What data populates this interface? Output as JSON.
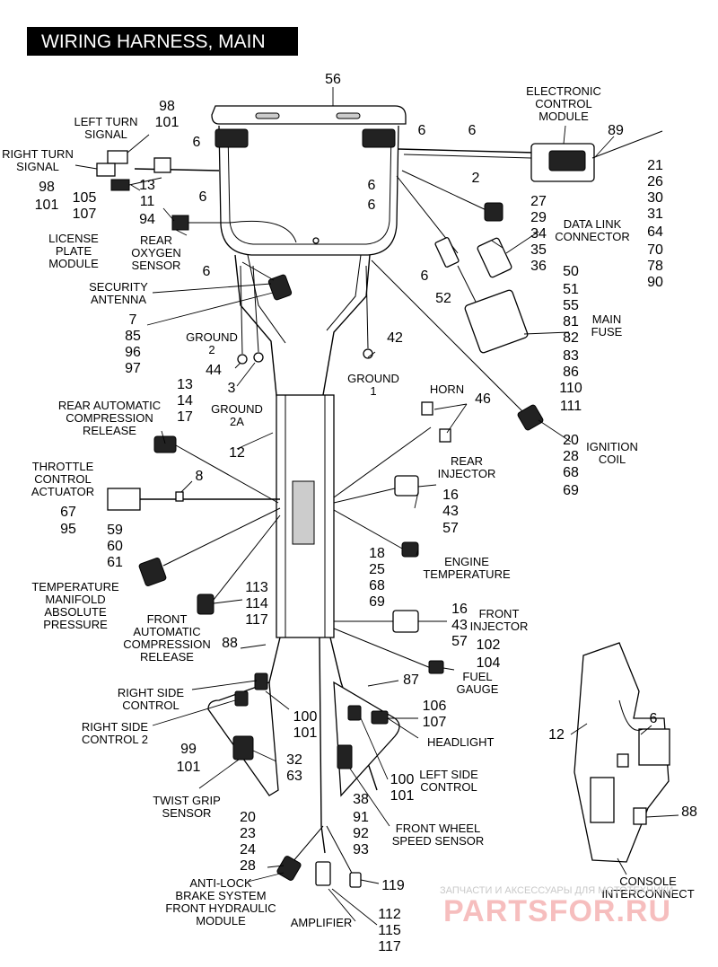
{
  "title": "WIRING HARNESS, MAIN",
  "labels": [
    {
      "id": "electronic-control-module",
      "lines": [
        "ELECTRONIC",
        "CONTROL",
        "MODULE"
      ]
    },
    {
      "id": "left-turn-signal",
      "lines": [
        "LEFT TURN",
        "SIGNAL"
      ]
    },
    {
      "id": "right-turn-signal",
      "lines": [
        "RIGHT TURN",
        "SIGNAL"
      ]
    },
    {
      "id": "license-plate-module",
      "lines": [
        "LICENSE",
        "PLATE",
        "MODULE"
      ]
    },
    {
      "id": "rear-oxygen-sensor",
      "lines": [
        "REAR",
        "OXYGEN",
        "SENSOR"
      ]
    },
    {
      "id": "data-link-connector",
      "lines": [
        "DATA LINK",
        "CONNECTOR"
      ]
    },
    {
      "id": "security-antenna",
      "lines": [
        "SECURITY",
        "ANTENNA"
      ]
    },
    {
      "id": "main-fuse",
      "lines": [
        "MAIN",
        "FUSE"
      ]
    },
    {
      "id": "ground-2",
      "lines": [
        "GROUND",
        "2"
      ]
    },
    {
      "id": "ground-1",
      "lines": [
        "GROUND",
        "1"
      ]
    },
    {
      "id": "ground-2a",
      "lines": [
        "GROUND",
        "2A"
      ]
    },
    {
      "id": "horn",
      "lines": [
        "HORN"
      ]
    },
    {
      "id": "rear-automatic-compression-release",
      "lines": [
        "REAR AUTOMATIC",
        "COMPRESSION",
        "RELEASE"
      ]
    },
    {
      "id": "ignition-coil",
      "lines": [
        "IGNITION",
        "COIL"
      ]
    },
    {
      "id": "throttle-control-actuator",
      "lines": [
        "THROTTLE",
        "CONTROL",
        "ACTUATOR"
      ]
    },
    {
      "id": "rear-injector",
      "lines": [
        "REAR",
        "INJECTOR"
      ]
    },
    {
      "id": "engine-temperature",
      "lines": [
        "ENGINE",
        "TEMPERATURE"
      ]
    },
    {
      "id": "temperature-manifold-absolute-pressure",
      "lines": [
        "TEMPERATURE",
        "MANIFOLD",
        "ABSOLUTE",
        "PRESSURE"
      ]
    },
    {
      "id": "front-automatic-compression-release",
      "lines": [
        "FRONT",
        "AUTOMATIC",
        "COMPRESSION",
        "RELEASE"
      ]
    },
    {
      "id": "front-injector",
      "lines": [
        "FRONT",
        "INJECTOR"
      ]
    },
    {
      "id": "fuel-gauge",
      "lines": [
        "FUEL",
        "GAUGE"
      ]
    },
    {
      "id": "right-side-control",
      "lines": [
        "RIGHT SIDE",
        "CONTROL"
      ]
    },
    {
      "id": "right-side-control-2",
      "lines": [
        "RIGHT SIDE",
        "CONTROL 2"
      ]
    },
    {
      "id": "headlight",
      "lines": [
        "HEADLIGHT"
      ]
    },
    {
      "id": "left-side-control",
      "lines": [
        "LEFT SIDE",
        "CONTROL"
      ]
    },
    {
      "id": "twist-grip-sensor",
      "lines": [
        "TWIST GRIP",
        "SENSOR"
      ]
    },
    {
      "id": "front-wheel-speed-sensor",
      "lines": [
        "FRONT WHEEL",
        "SPEED SENSOR"
      ]
    },
    {
      "id": "anti-lock-brake-system",
      "lines": [
        "ANTI-LOCK",
        "BRAKE SYSTEM",
        "FRONT HYDRAULIC",
        "MODULE"
      ]
    },
    {
      "id": "amplifier",
      "lines": [
        "AMPLIFIER"
      ]
    },
    {
      "id": "console-interconnect",
      "lines": [
        "CONSOLE",
        "INTERCONNECT"
      ]
    }
  ],
  "callouts": [
    {
      "id": "c56",
      "lines": [
        "56"
      ]
    },
    {
      "id": "c89",
      "lines": [
        "89"
      ]
    },
    {
      "id": "c6-ecm-a",
      "lines": [
        "6"
      ]
    },
    {
      "id": "c6-ecm-b",
      "lines": [
        "6"
      ]
    },
    {
      "id": "c98-101-left",
      "lines": [
        "98",
        "101"
      ]
    },
    {
      "id": "c6-left-top",
      "lines": [
        "6"
      ]
    },
    {
      "id": "c98-101-right",
      "lines": [
        "98",
        "101"
      ]
    },
    {
      "id": "c105-107",
      "lines": [
        "105",
        "107"
      ]
    },
    {
      "id": "c13-11-94",
      "lines": [
        "13",
        "11",
        "94"
      ]
    },
    {
      "id": "c6-left-mid",
      "lines": [
        "6"
      ]
    },
    {
      "id": "c6-right-mid",
      "lines": [
        "6",
        "6"
      ]
    },
    {
      "id": "c2",
      "lines": [
        "2"
      ]
    },
    {
      "id": "c27-36",
      "lines": [
        "27",
        "29",
        "34",
        "35",
        "36"
      ]
    },
    {
      "id": "c21-90",
      "lines": [
        "21",
        "26",
        "30",
        "31",
        "64",
        "70",
        "78",
        "90"
      ]
    },
    {
      "id": "c6-left-low",
      "lines": [
        "6"
      ]
    },
    {
      "id": "c6-right-low",
      "lines": [
        "6"
      ]
    },
    {
      "id": "c52",
      "lines": [
        "52"
      ]
    },
    {
      "id": "c50-111",
      "lines": [
        "50",
        "51",
        "55",
        "81",
        "82",
        "83",
        "86",
        "110",
        "111"
      ]
    },
    {
      "id": "c7-97",
      "lines": [
        "7",
        "85",
        "96",
        "97"
      ]
    },
    {
      "id": "c42",
      "lines": [
        "42"
      ]
    },
    {
      "id": "c44",
      "lines": [
        "44"
      ]
    },
    {
      "id": "c3",
      "lines": [
        "3"
      ]
    },
    {
      "id": "c46",
      "lines": [
        "46"
      ]
    },
    {
      "id": "c13-14-17",
      "lines": [
        "13",
        "14",
        "17"
      ]
    },
    {
      "id": "c12-main",
      "lines": [
        "12"
      ]
    },
    {
      "id": "c20-69-coil",
      "lines": [
        "20",
        "28",
        "68",
        "69"
      ]
    },
    {
      "id": "c8",
      "lines": [
        "8"
      ]
    },
    {
      "id": "c16-43-57-rear",
      "lines": [
        "16",
        "43",
        "57"
      ]
    },
    {
      "id": "c67-95",
      "lines": [
        "67",
        "95"
      ]
    },
    {
      "id": "c59-61",
      "lines": [
        "59",
        "60",
        "61"
      ]
    },
    {
      "id": "c18-69",
      "lines": [
        "18",
        "25",
        "68",
        "69"
      ]
    },
    {
      "id": "c113-117",
      "lines": [
        "113",
        "114",
        "117"
      ]
    },
    {
      "id": "c16-43-57-front",
      "lines": [
        "16",
        "43",
        "57"
      ]
    },
    {
      "id": "c88-left",
      "lines": [
        "88"
      ]
    },
    {
      "id": "c102-104",
      "lines": [
        "102",
        "104"
      ]
    },
    {
      "id": "c87",
      "lines": [
        "87"
      ]
    },
    {
      "id": "c106-107",
      "lines": [
        "106",
        "107"
      ]
    },
    {
      "id": "c100-101-a",
      "lines": [
        "100",
        "101"
      ]
    },
    {
      "id": "c99-101",
      "lines": [
        "99",
        "101"
      ]
    },
    {
      "id": "c32-63",
      "lines": [
        "32",
        "63"
      ]
    },
    {
      "id": "c100-101-b",
      "lines": [
        "100",
        "101"
      ]
    },
    {
      "id": "c38-93",
      "lines": [
        "38",
        "91",
        "92",
        "93"
      ]
    },
    {
      "id": "c20-28-abs",
      "lines": [
        "20",
        "23",
        "24",
        "28"
      ]
    },
    {
      "id": "c119",
      "lines": [
        "119"
      ]
    },
    {
      "id": "c112-117",
      "lines": [
        "112",
        "115",
        "117"
      ]
    },
    {
      "id": "c12-console",
      "lines": [
        "12"
      ]
    },
    {
      "id": "c6-console",
      "lines": [
        "6"
      ]
    },
    {
      "id": "c88-console",
      "lines": [
        "88"
      ]
    }
  ],
  "watermark": {
    "line1": "ЗАПЧАСТИ И АКСЕССУАРЫ ДЛЯ МОТОТЕХНИКИ",
    "brand": "PARTSFOR.RU"
  }
}
